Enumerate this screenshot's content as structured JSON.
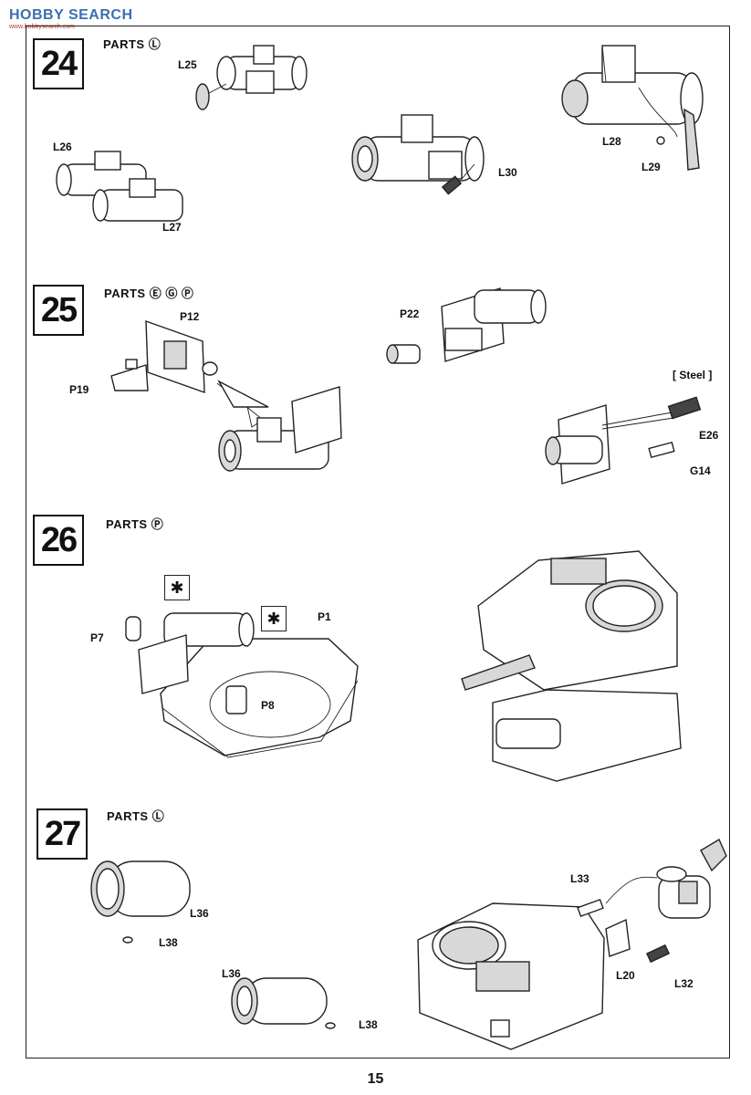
{
  "watermark": {
    "brand": "HOBBY SEARCH",
    "site": "www.hobbysearch.com"
  },
  "steps": [
    {
      "number": "24",
      "parts_label": "PARTS Ⓛ",
      "callouts": [
        "L25",
        "L26",
        "L27",
        "L30",
        "L28",
        "L29"
      ]
    },
    {
      "number": "25",
      "parts_label": "PARTS Ⓔ Ⓖ Ⓟ",
      "callouts": [
        "P12",
        "P19",
        "P22",
        "[ Steel ]",
        "E26",
        "G14"
      ]
    },
    {
      "number": "26",
      "parts_label": "PARTS Ⓟ",
      "callouts": [
        "P7",
        "P1",
        "P8"
      ]
    },
    {
      "number": "27",
      "parts_label": "PARTS Ⓛ",
      "callouts": [
        "L36",
        "L38",
        "L36",
        "L38",
        "L33",
        "L20",
        "L32"
      ]
    }
  ],
  "page_number": "15"
}
